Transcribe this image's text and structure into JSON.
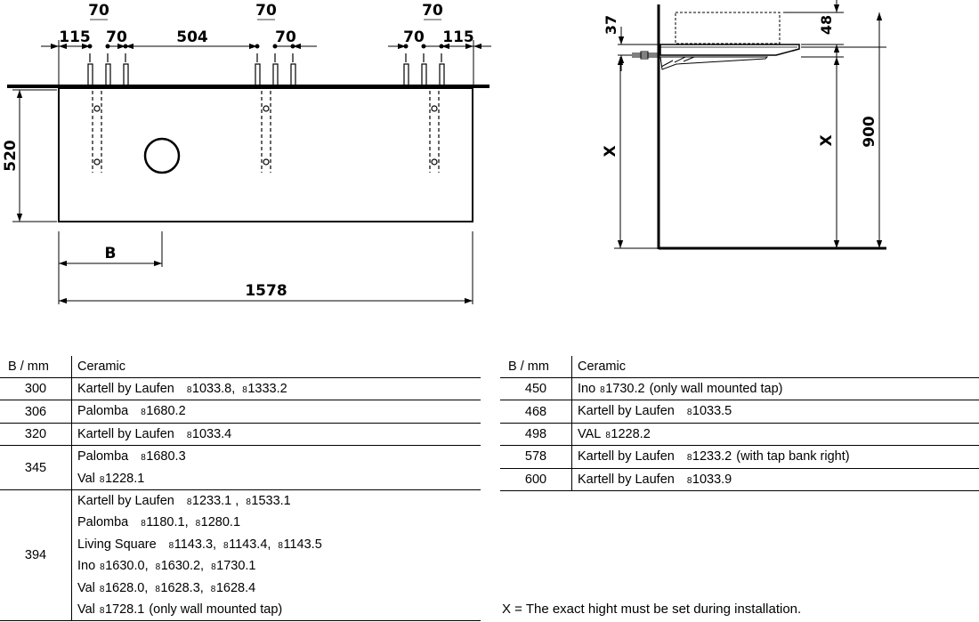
{
  "dimensions": {
    "top_70_left": "70",
    "top_70_mid": "70",
    "top_70_right": "70",
    "d115_left": "115",
    "d70_left": "70",
    "d504": "504",
    "d70_mid": "70",
    "d70_right": "70",
    "d115_right": "115",
    "height_520": "520",
    "b_label": "B",
    "width_1578": "1578",
    "side_37": "37",
    "side_48": "48",
    "side_x1": "X",
    "side_x2": "X",
    "side_900": "900"
  },
  "table_left": {
    "header_b": "B / mm",
    "header_ceramic": "Ceramic",
    "rows": [
      {
        "b": "300",
        "lines": [
          {
            "name": "Kartell by Laufen",
            "codes": [
              {
                "p": "8",
                "n": "1033.8,"
              },
              {
                "p": "8",
                "n": "1333.2"
              }
            ],
            "note": ""
          }
        ]
      },
      {
        "b": "306",
        "lines": [
          {
            "name": "Palomba",
            "codes": [
              {
                "p": "8",
                "n": "1680.2"
              }
            ],
            "note": ""
          }
        ]
      },
      {
        "b": "320",
        "lines": [
          {
            "name": "Kartell by Laufen",
            "codes": [
              {
                "p": "8",
                "n": "1033.4"
              }
            ],
            "note": ""
          }
        ]
      },
      {
        "b": "345",
        "lines": [
          {
            "name": "Palomba",
            "codes": [
              {
                "p": "8",
                "n": "1680.3"
              }
            ],
            "note": ""
          },
          {
            "name": "Val",
            "codes": [
              {
                "p": "8",
                "n": "1228.1"
              }
            ],
            "note": ""
          }
        ]
      },
      {
        "b": "394",
        "lines": [
          {
            "name": "Kartell by Laufen",
            "codes": [
              {
                "p": "8",
                "n": "1233.1 ,"
              },
              {
                "p": "8",
                "n": "1533.1"
              }
            ],
            "note": ""
          },
          {
            "name": "Palomba",
            "codes": [
              {
                "p": "8",
                "n": "1180.1,"
              },
              {
                "p": "8",
                "n": "1280.1"
              }
            ],
            "note": ""
          },
          {
            "name": "Living Square",
            "codes": [
              {
                "p": "8",
                "n": "1143.3,"
              },
              {
                "p": "8",
                "n": "1143.4,"
              },
              {
                "p": "8",
                "n": "1143.5"
              }
            ],
            "note": ""
          },
          {
            "name": "Ino",
            "codes": [
              {
                "p": "8",
                "n": "1630.0,"
              },
              {
                "p": "8",
                "n": "1630.2,"
              },
              {
                "p": "8",
                "n": "1730.1"
              }
            ],
            "note": ""
          },
          {
            "name": "Val",
            "codes": [
              {
                "p": "8",
                "n": "1628.0,"
              },
              {
                "p": "8",
                "n": "1628.3,"
              },
              {
                "p": "8",
                "n": "1628.4"
              }
            ],
            "note": ""
          },
          {
            "name": "Val",
            "codes": [
              {
                "p": "8",
                "n": "1728.1"
              }
            ],
            "note": "(only wall mounted tap)"
          }
        ]
      }
    ]
  },
  "table_right": {
    "header_b": "B / mm",
    "header_ceramic": "Ceramic",
    "rows": [
      {
        "b": "450",
        "lines": [
          {
            "name": "Ino",
            "codes": [
              {
                "p": "8",
                "n": "1730.2"
              }
            ],
            "note": "(only wall mounted tap)"
          }
        ]
      },
      {
        "b": "468",
        "lines": [
          {
            "name": "Kartell by Laufen",
            "codes": [
              {
                "p": "8",
                "n": "1033.5"
              }
            ],
            "note": ""
          }
        ]
      },
      {
        "b": "498",
        "lines": [
          {
            "name": "VAL",
            "codes": [
              {
                "p": "8",
                "n": "1228.2"
              }
            ],
            "note": ""
          }
        ]
      },
      {
        "b": "578",
        "lines": [
          {
            "name": "Kartell by Laufen",
            "codes": [
              {
                "p": "8",
                "n": "1233.2"
              }
            ],
            "note": "(with tap bank right)"
          }
        ]
      },
      {
        "b": "600",
        "lines": [
          {
            "name": "Kartell by Laufen",
            "codes": [
              {
                "p": "8",
                "n": "1033.9"
              }
            ],
            "note": ""
          }
        ]
      }
    ]
  },
  "footnote": "X = The exact hight must be set during installation."
}
